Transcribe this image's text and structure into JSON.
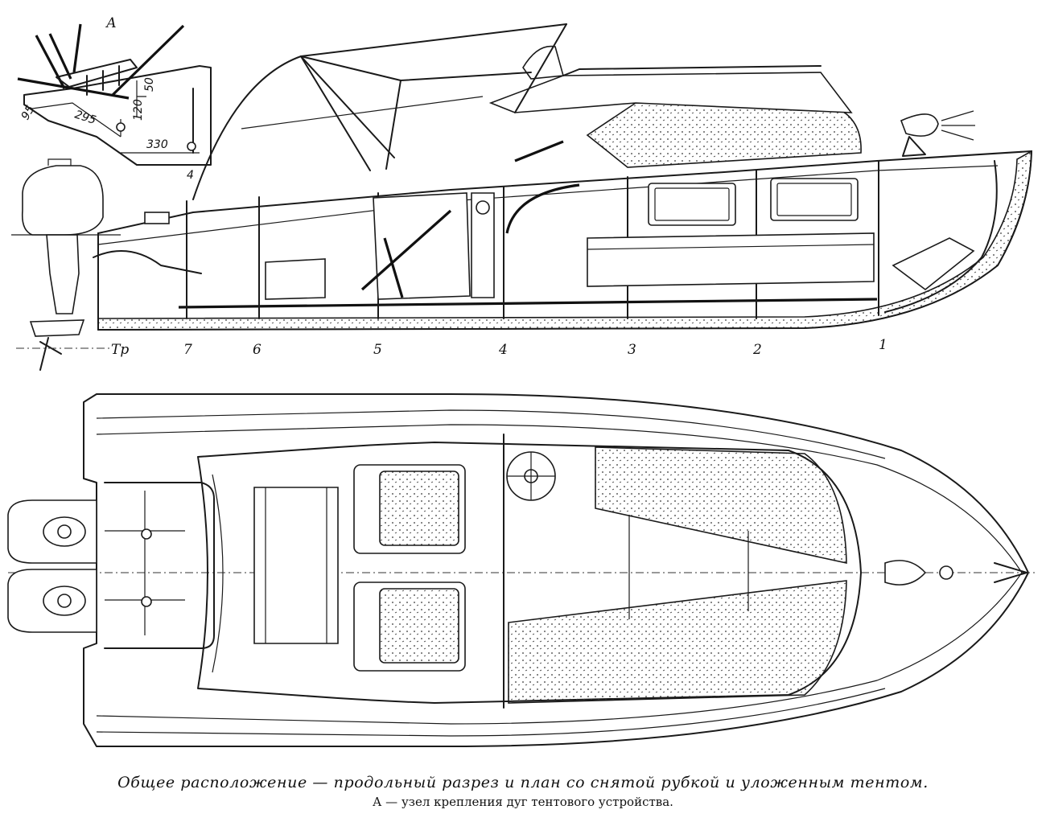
{
  "detail": {
    "label": "А",
    "dim_95": "95",
    "dim_295": "295",
    "dim_120": "120",
    "dim_50": "50",
    "dim_330": "330",
    "frame_ref": "4"
  },
  "profile": {
    "transom_label": "Тр",
    "frames": [
      "7",
      "6",
      "5",
      "4",
      "3",
      "2",
      "1"
    ]
  },
  "caption": {
    "title": "Общее расположение — продольный разрез и план со снятой рубкой и уложенным тентом.",
    "subtitle": "А — узел крепления дуг тентового устройства."
  }
}
